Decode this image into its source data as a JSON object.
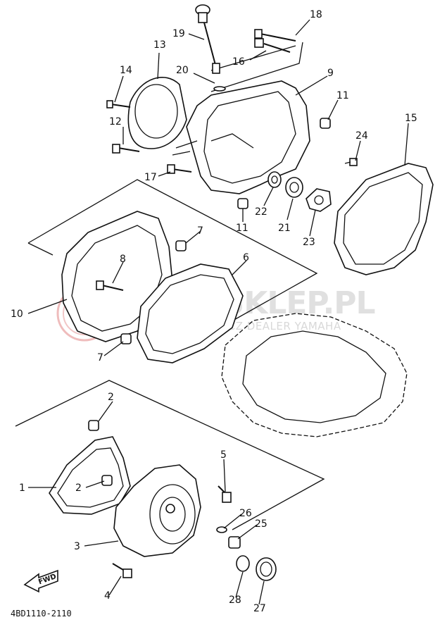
{
  "watermark": {
    "brand": "YAMASKLEP.PL",
    "tagline": "WOJCIECHOWICZ DEALER YAMAHA",
    "logo_color": "#e05050"
  },
  "diagram_code": "4BD1110-2110",
  "fwd_label": "FWD",
  "callouts": {
    "c1": "1",
    "c2a": "2",
    "c2b": "2",
    "c3": "3",
    "c4": "4",
    "c5": "5",
    "c6": "6",
    "c7a": "7",
    "c7b": "7",
    "c8": "8",
    "c9": "9",
    "c10": "10",
    "c11a": "11",
    "c11b": "11",
    "c12": "12",
    "c13": "13",
    "c14": "14",
    "c15": "15",
    "c16": "16",
    "c17": "17",
    "c18": "18",
    "c19": "19",
    "c20": "20",
    "c21": "21",
    "c22": "22",
    "c23": "23",
    "c24": "24",
    "c25": "25",
    "c26": "26",
    "c27": "27",
    "c28": "28"
  }
}
